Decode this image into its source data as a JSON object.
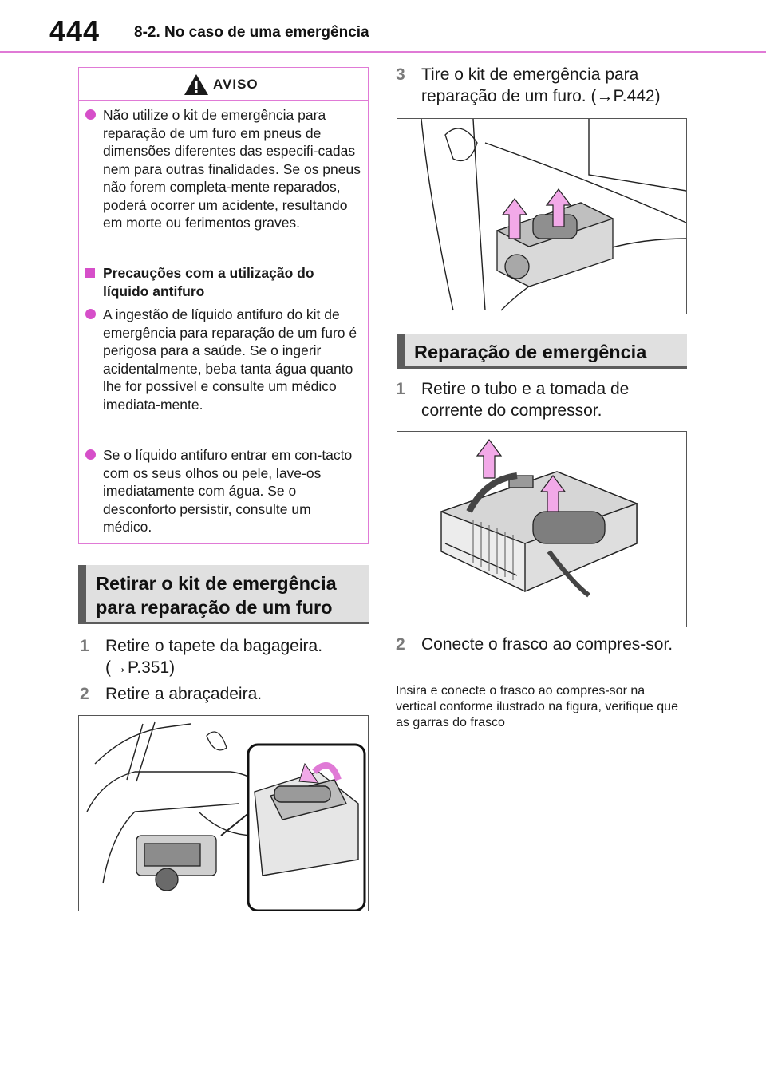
{
  "header": {
    "page_number": "444",
    "section": "8-2. No caso de uma emergência"
  },
  "warning": {
    "title": "AVISO",
    "items": [
      {
        "type": "bullet",
        "text": "Não utilize o kit de emergência para reparação de um furo em pneus de dimensões diferentes das especifi-cadas nem para outras finalidades. Se os pneus não forem completa-mente reparados, poderá ocorrer um acidente, resultando em morte ou ferimentos graves."
      },
      {
        "type": "heading",
        "text": "Precauções com a utilização do líquido antifuro"
      },
      {
        "type": "bullet",
        "text": "A ingestão de líquido antifuro do kit de emergência para reparação de um furo é perigosa para a saúde. Se o ingerir acidentalmente, beba tanta água quanto lhe for possível e consulte um médico imediata-mente."
      },
      {
        "type": "bullet",
        "text": "Se o líquido antifuro entrar em con-tacto com os seus olhos ou pele, lave-os imediatamente com água. Se o desconforto persistir, consulte um médico."
      }
    ]
  },
  "section_remove": {
    "title": "Retirar o kit de emergência para reparação de um furo",
    "steps": [
      {
        "num": "1",
        "text": "Retire o tapete da bagageira. (→P.351)"
      },
      {
        "num": "2",
        "text": "Retire a abraçadeira."
      },
      {
        "num": "3",
        "text": "Tire o kit de emergência para reparação de um furo. (→P.442)"
      }
    ]
  },
  "section_repair": {
    "title": "Reparação de emergência",
    "steps": [
      {
        "num": "1",
        "text": "Retire o tubo e a tomada de corrente do compressor."
      },
      {
        "num": "2",
        "text": "Conecte o frasco ao compres-sor."
      }
    ],
    "body": "Insira e conecte o frasco ao compres-sor na vertical conforme ilustrado na figura, verifique que as garras do frasco"
  },
  "colors": {
    "accent": "#e07ad6",
    "bullet": "#d64fc9",
    "arrow": "#f2a9e8",
    "heading_bg": "#e0e0e0",
    "heading_bar": "#5c5c5c"
  },
  "icons": [
    "warning-triangle-icon",
    "bullet-dot-icon",
    "bullet-square-icon"
  ]
}
